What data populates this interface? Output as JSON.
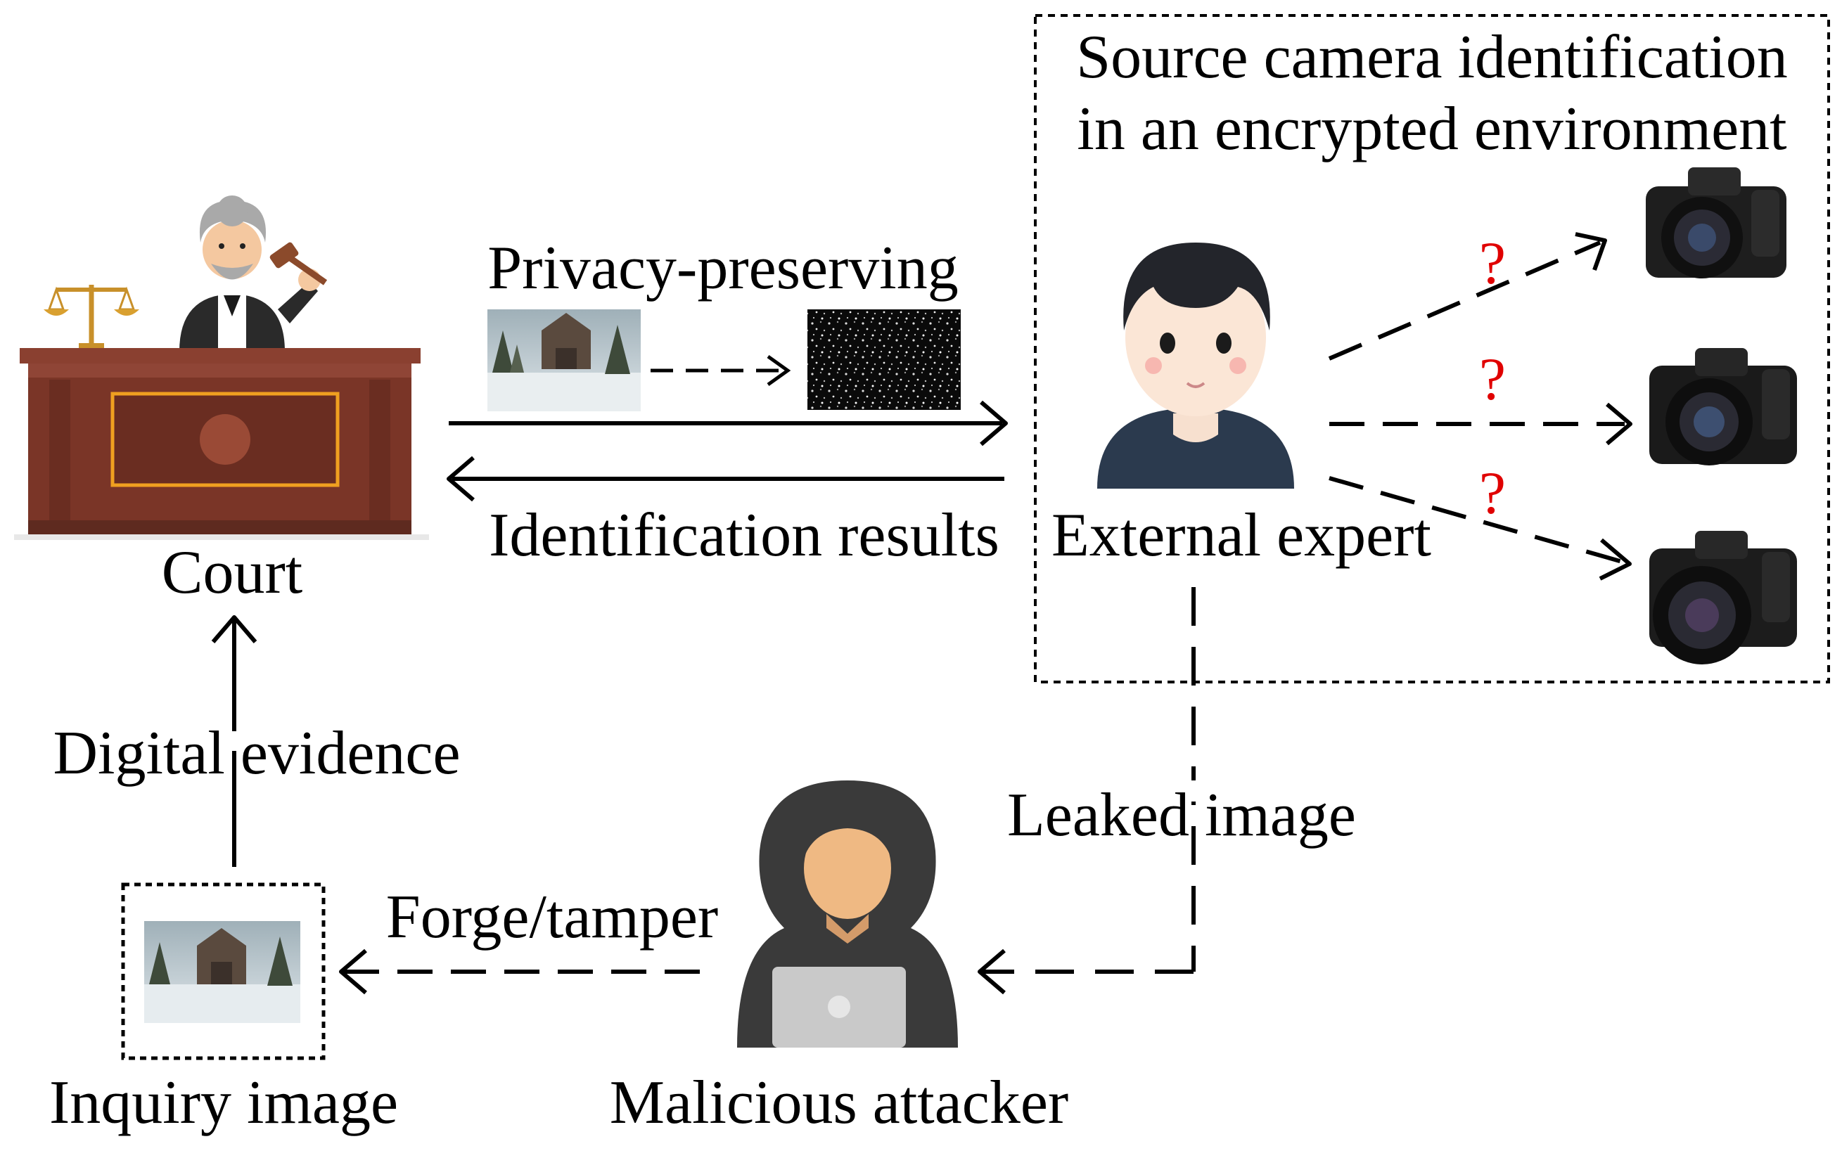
{
  "labels": {
    "court": "Court",
    "privacy_preserving": "Privacy-preserving",
    "identification_results": "Identification results",
    "source_camera_line1": "Source camera identification",
    "source_camera_line2": "in an encrypted environment",
    "external_expert": "External expert",
    "digital_evidence": "Digital evidence",
    "leaked_image": "Leaked image",
    "forge_tamper": "Forge/tamper",
    "inquiry_image": "Inquiry image",
    "malicious_attacker": "Malicious attacker"
  },
  "question_marks": [
    "?",
    "?",
    "?"
  ],
  "icons": {
    "court": "judge-at-bench-icon",
    "expert": "expert-person-icon",
    "cameras": [
      "dslr-camera-icon",
      "dslr-camera-icon",
      "dslr-camera-icon"
    ],
    "attacker": "hooded-hacker-laptop-icon",
    "plain_image": "snow-scene-photo-icon",
    "encrypted_image": "encrypted-noise-image-icon",
    "inquiry_image": "snow-scene-photo-icon"
  },
  "colors": {
    "question_mark": "#e00000",
    "bench_wood": "#7a3a2a",
    "bench_panel_border": "#f0a020"
  }
}
